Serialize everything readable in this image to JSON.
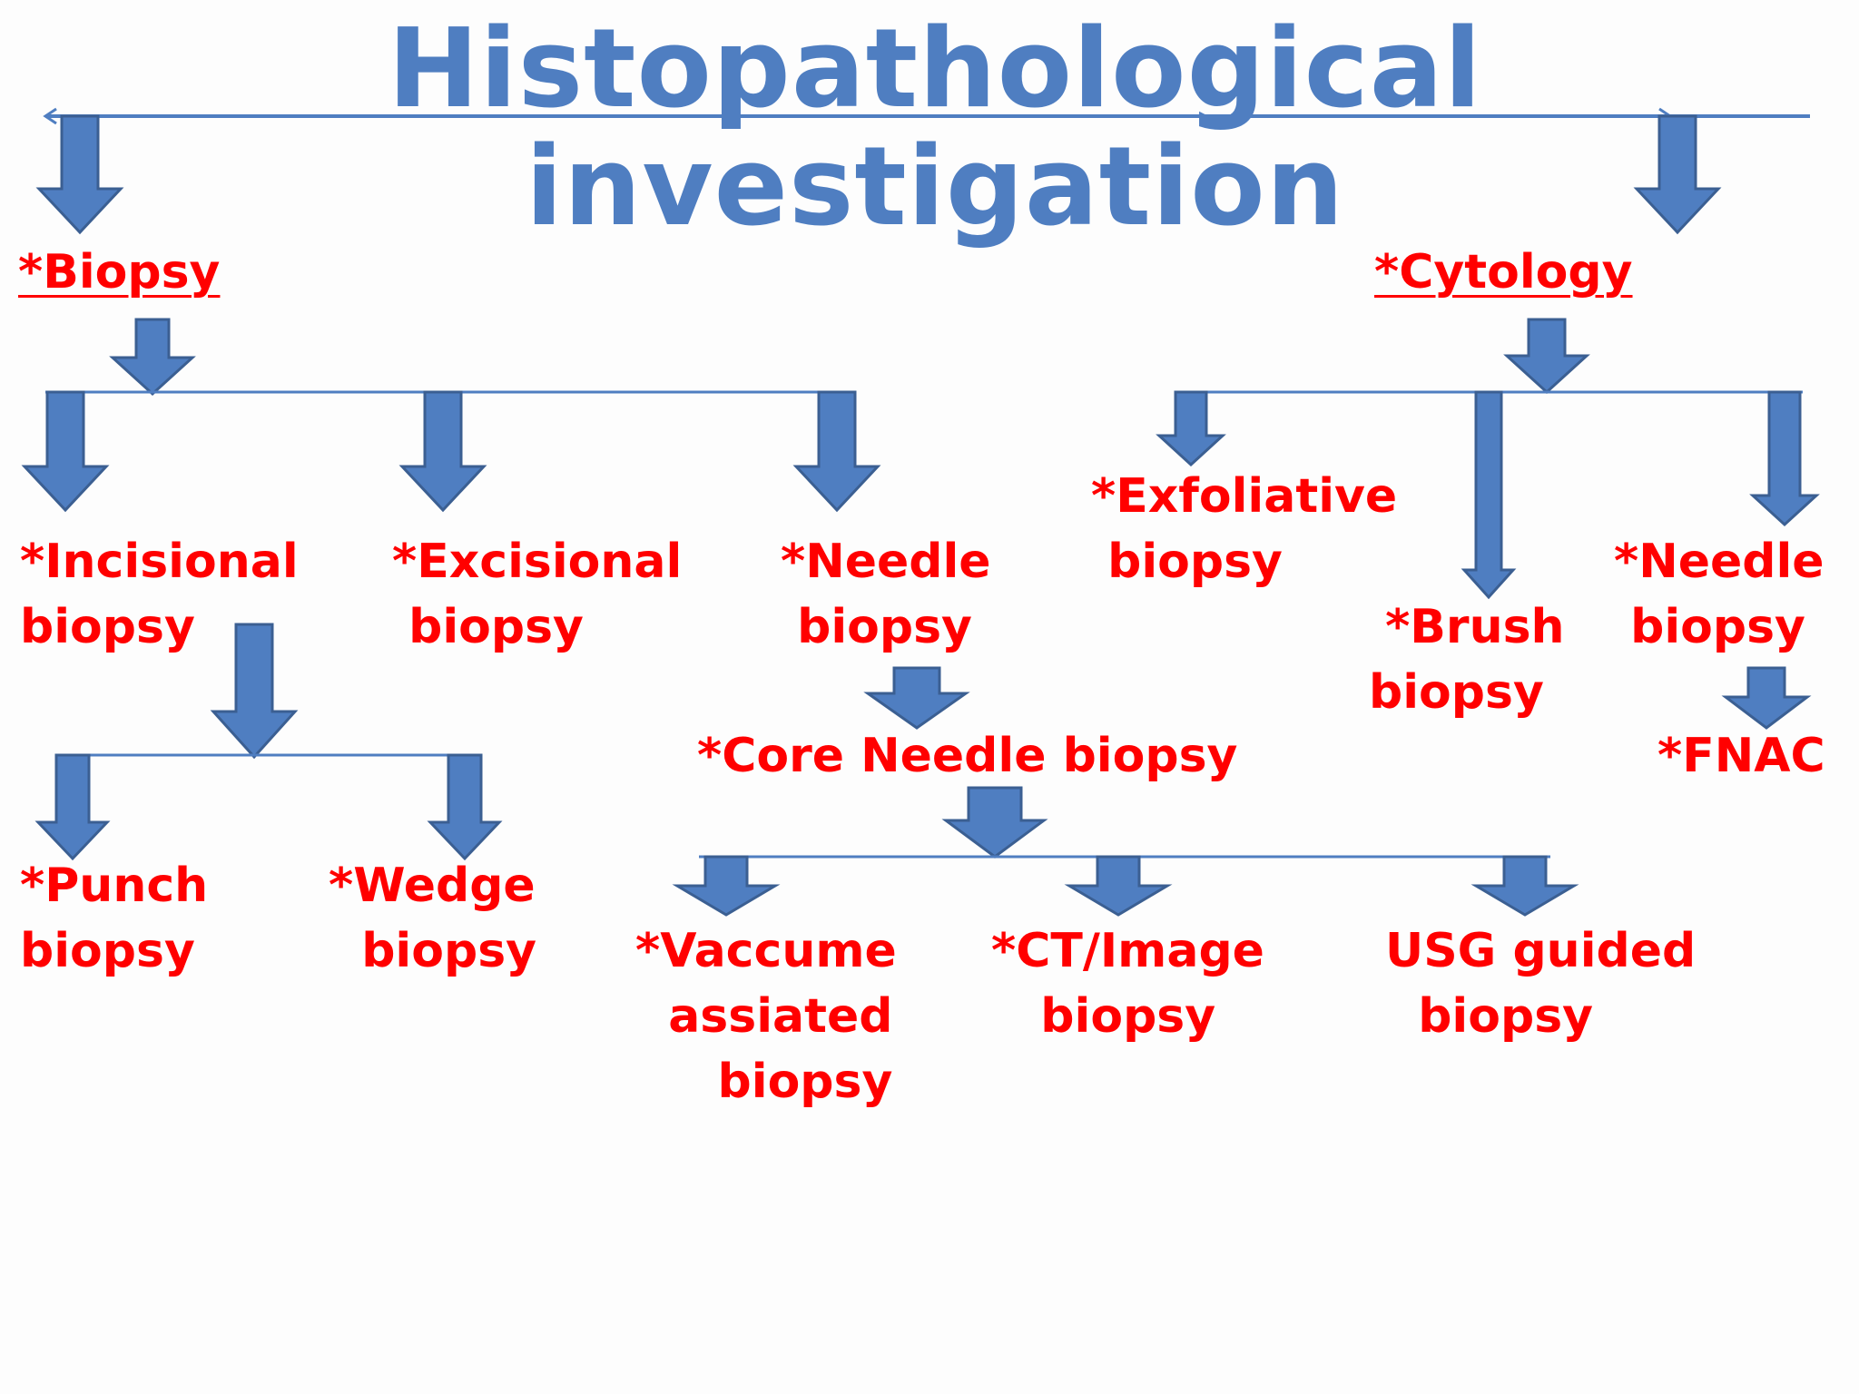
{
  "title": "Histopathological investigation",
  "colors": {
    "arrow": "#4f7ec1",
    "arrow_edge": "#3b5f92",
    "label": "#ff0000",
    "title": "#4f7ec1"
  },
  "nodes": {
    "biopsy": "*Biopsy",
    "cytology": "*Cytology",
    "incisional": "*Incisional\nbiopsy",
    "excisional": "*Excisional\n biopsy",
    "needle": "*Needle\n biopsy",
    "exfoliative": "*Exfoliative\n biopsy",
    "brush": " *Brush\nbiopsy",
    "needle_cyto": "*Needle\n biopsy",
    "fnac": "*FNAC",
    "core_needle": "*Core Needle biopsy",
    "punch": "*Punch\nbiopsy",
    "wedge": "*Wedge\n  biopsy",
    "vaccume": "*Vaccume\n  assiated\n     biopsy",
    "ct_image": "*CT/Image\n   biopsy",
    "usg": "USG guided\n  biopsy"
  }
}
